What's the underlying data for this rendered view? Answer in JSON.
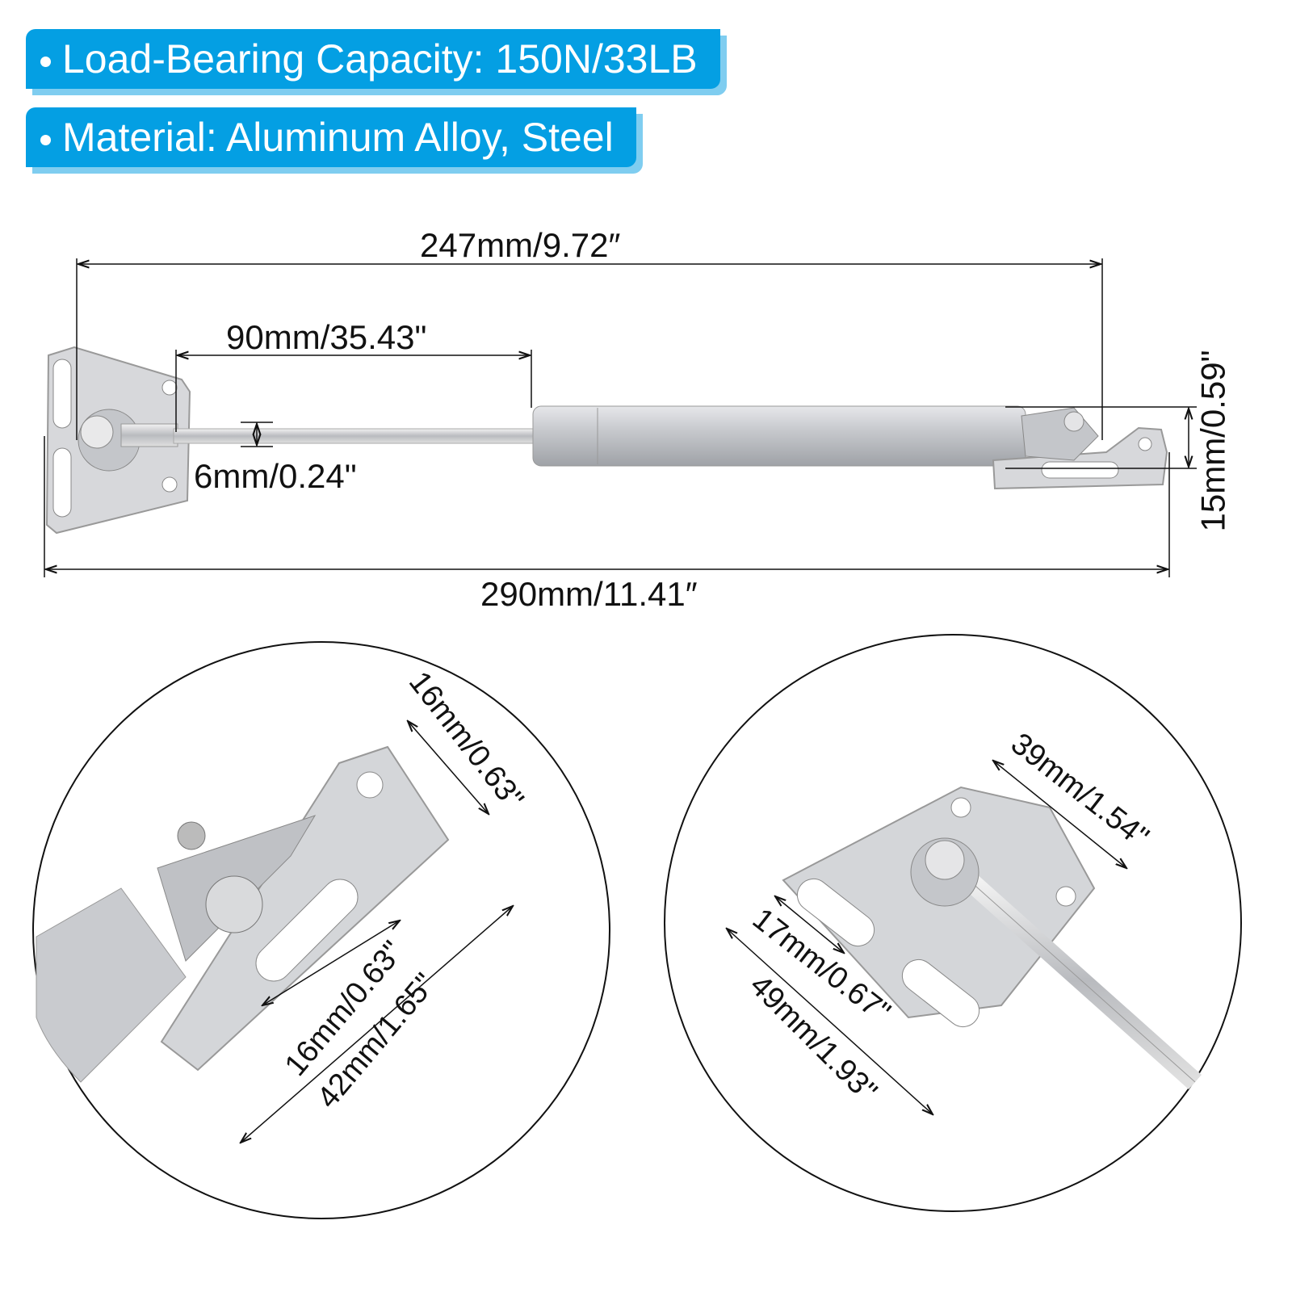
{
  "badges": [
    {
      "text": "Load-Bearing Capacity: 150N/33LB"
    },
    {
      "text": "Material: Aluminum Alloy, Steel"
    }
  ],
  "colors": {
    "badge": "#049fe3",
    "badge_shadow": "#7fcdf0",
    "metal": "#c9cbcf"
  },
  "dimensions": {
    "mounting_span": "247mm/9.72″",
    "stroke": "90mm/35.43\"",
    "rod_diameter": "6mm/0.24\"",
    "body_height": "15mm/0.59\"",
    "total_length": "290mm/11.41″"
  },
  "detail_left": {
    "bracket_width": "16mm/0.63\"",
    "slot_length": "16mm/0.63\"",
    "bracket_length": "42mm/1.65\""
  },
  "detail_right": {
    "plate_width": "39mm/1.54\"",
    "slot_length": "17mm/0.67\"",
    "plate_length": "49mm/1.93\""
  }
}
